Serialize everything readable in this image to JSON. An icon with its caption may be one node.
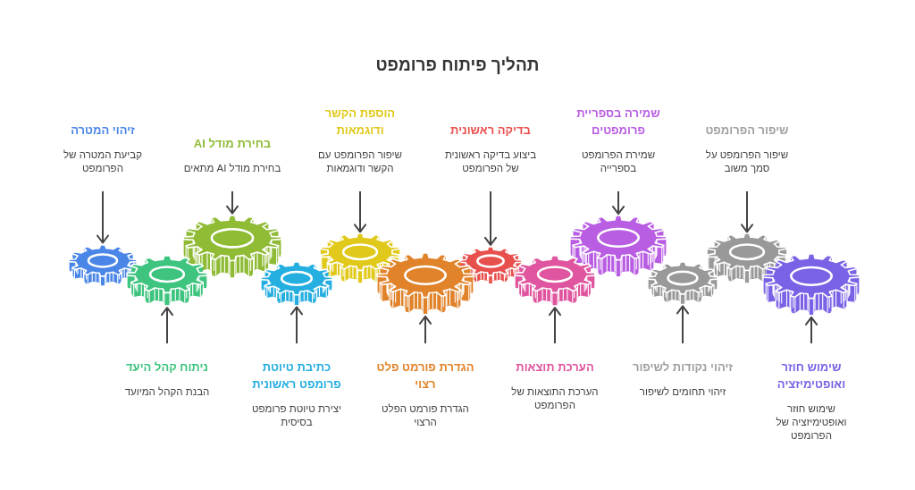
{
  "diagram": {
    "title": "תהליך פיתוח פרומפט",
    "nodes": [
      {
        "text": [
          "זיהוי המטרה",
          "קביעת המטרה של הפרומפט"
        ]
      },
      {
        "text": [],
        "shape": "gear"
      },
      {
        "text": [
          "ניתוח קהל היעד",
          "הבנת הקהל המיועד"
        ]
      },
      {
        "text": [],
        "shape": "gear"
      },
      {
        "text": [
          "בחירת מודל AI",
          "בחירת מודל AI מתאים"
        ]
      },
      {
        "text": [],
        "shape": "gear"
      },
      {
        "text": [
          "כתיבת טיוטת פרומפט ראשונית",
          "יצירת טיוטת פרומפט בסיסית"
        ]
      },
      {
        "text": [],
        "shape": "gear"
      },
      {
        "text": [
          "הוספת הקשר ודוגמאות",
          "שיפור הפרומפט עם הקשר ודוגמאות"
        ]
      },
      {
        "text": [],
        "shape": "gear"
      },
      {
        "text": [
          "הגדרת פורמט פלט רצוי",
          "הגדרת פורמט הפלט הרצוי"
        ]
      },
      {
        "text": [],
        "shape": "gear"
      },
      {
        "text": [
          "בדיקה ראשונית",
          "ביצוע בדיקה ראשונית של הפרומפט"
        ]
      },
      {
        "text": [],
        "shape": "gear"
      },
      {
        "text": [
          "הערכת תוצאות",
          "הערכת התוצאות של הפרומפט"
        ]
      },
      {
        "text": [],
        "shape": "gear"
      },
      {
        "text": [
          "שמירה בספריית פרומפטים",
          "שמירת הפרומפט בספרייה"
        ]
      },
      {
        "text": [],
        "shape": "gear"
      },
      {
        "text": [
          "זיהוי נקודות לשיפור",
          "זיהוי תחומים לשיפור"
        ]
      },
      {
        "text": [],
        "shape": "gear"
      },
      {
        "text": [
          "שיפור הפרומפט",
          "שיפור הפרומפט על סמך משוב"
        ]
      },
      {
        "text": [],
        "shape": "gear"
      },
      {
        "text": [
          "שימוש חוזר ואופטימיזציה",
          "שימוש חוזר ואופטימיזציה של הפרומפט"
        ]
      },
      {
        "text": [],
        "shape": "gear"
      }
    ],
    "edges": [
      {
        "from": 0,
        "to": 1,
        "arrow": "to"
      },
      {
        "from": 2,
        "to": 3,
        "arrow": "to"
      },
      {
        "from": 4,
        "to": 5,
        "arrow": "to"
      },
      {
        "from": 6,
        "to": 7,
        "arrow": "to"
      },
      {
        "from": 8,
        "to": 9,
        "arrow": "to"
      },
      {
        "from": 10,
        "to": 11,
        "arrow": "to"
      },
      {
        "from": 12,
        "to": 13,
        "arrow": "to"
      },
      {
        "from": 14,
        "to": 15,
        "arrow": "to"
      },
      {
        "from": 16,
        "to": 17,
        "arrow": "to"
      },
      {
        "from": 18,
        "to": 19,
        "arrow": "to"
      },
      {
        "from": 20,
        "to": 21,
        "arrow": "to"
      },
      {
        "from": 22,
        "to": 23,
        "arrow": "to"
      }
    ]
  }
}
